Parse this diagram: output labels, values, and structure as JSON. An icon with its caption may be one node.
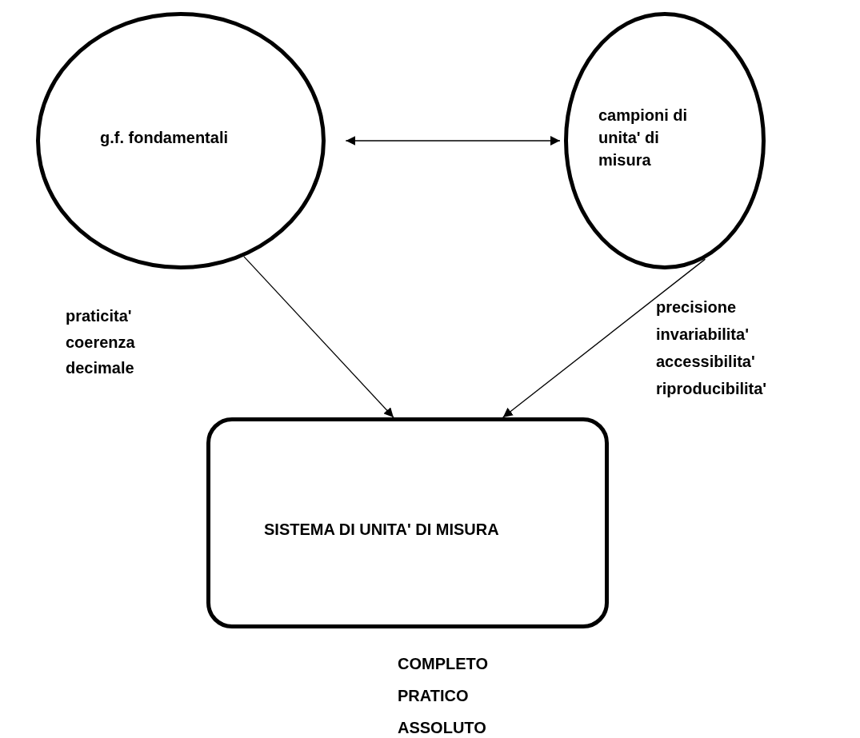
{
  "diagram": {
    "nodes": [
      {
        "text": [
          "g.f. fondamentali"
        ]
      },
      {
        "text": [
          "campioni di unita' di misura"
        ]
      },
      {
        "text": [
          "SISTEMA DI UNITA' DI MISURA"
        ],
        "beside": [
          "COMPLETO",
          "PRATICO",
          "ASSOLUTO"
        ]
      }
    ],
    "edges": [
      {
        "from": 0,
        "to": 1,
        "arrow": "both"
      },
      {
        "from": 0,
        "to": 2,
        "arrow": "to"
      },
      {
        "from": 1,
        "to": 2,
        "arrow": "to"
      }
    ],
    "labels": [
      "praticita'",
      "coerenza",
      "decimale",
      "precisione",
      "invariabilita'",
      "accessibilita'",
      "riproducibilita'"
    ]
  }
}
